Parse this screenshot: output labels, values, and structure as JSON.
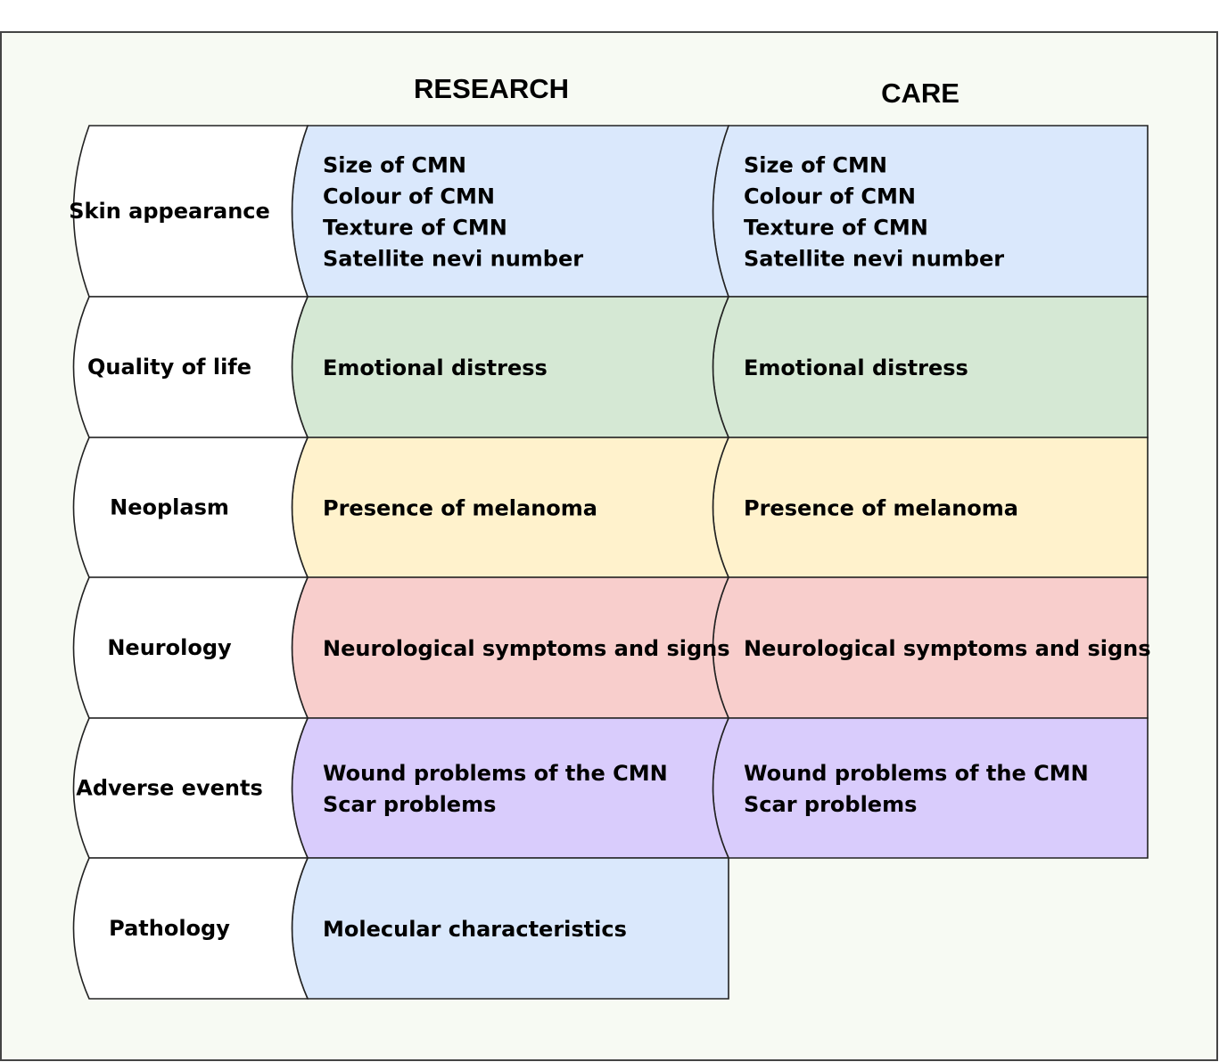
{
  "headers": {
    "research": "RESEARCH",
    "care": "CARE"
  },
  "colors": {
    "canvas": "#f7faf3",
    "frame": "#444444",
    "outline": "#222222",
    "label_fill": "#ffffff",
    "blue": "#dae8fc",
    "green": "#d5e8d4",
    "yellow": "#fff2cc",
    "red": "#f8cecc",
    "purple": "#d9ccfc"
  },
  "rows": [
    {
      "label": "Skin appearance",
      "color": "#dae8fc",
      "research": [
        "Size of CMN",
        "Colour of CMN",
        "Texture of CMN",
        "Satellite nevi number"
      ],
      "care": [
        "Size of CMN",
        "Colour of CMN",
        "Texture of CMN",
        "Satellite nevi number"
      ]
    },
    {
      "label": "Quality of life",
      "color": "#d5e8d4",
      "research": [
        "Emotional distress"
      ],
      "care": [
        "Emotional distress"
      ]
    },
    {
      "label": "Neoplasm",
      "color": "#fff2cc",
      "research": [
        "Presence of melanoma"
      ],
      "care": [
        "Presence of melanoma"
      ]
    },
    {
      "label": "Neurology",
      "color": "#f8cecc",
      "research": [
        "Neurological symptoms and signs"
      ],
      "care": [
        "Neurological symptoms and signs"
      ]
    },
    {
      "label": "Adverse events",
      "color": "#d9ccfc",
      "research": [
        "Wound problems of the CMN",
        "Scar problems"
      ],
      "care": [
        "Wound problems of the CMN",
        "Scar problems"
      ]
    },
    {
      "label": "Pathology",
      "color": "#dae8fc",
      "research": [
        "Molecular characteristics"
      ],
      "care": []
    }
  ]
}
